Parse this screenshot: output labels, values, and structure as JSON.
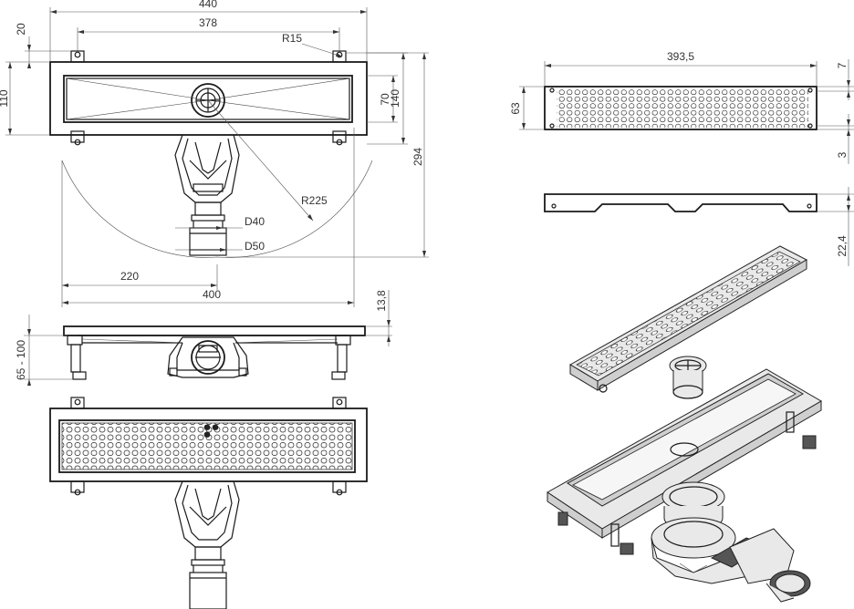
{
  "dimensions": {
    "d440": "440",
    "d378": "378",
    "d20": "20",
    "d110": "110",
    "r15": "R15",
    "d70": "70",
    "d140": "140",
    "d294": "294",
    "r225": "R225",
    "d40": "D40",
    "d50": "D50",
    "d220": "220",
    "d400": "400",
    "d13_8": "13,8",
    "d65_100": "65 - 100",
    "d393_5": "393,5",
    "d7": "7",
    "d63": "63",
    "d3": "3",
    "d22_4": "22,4"
  },
  "colors": {
    "line": "#1a1a1a",
    "dimension": "#555555",
    "text": "#333333",
    "part_fill": "#e9e9e9",
    "part_dark": "#555555"
  },
  "views": [
    "top-view-channel",
    "front-view",
    "top-view-grate",
    "grate-plan-view",
    "grate-side-view",
    "exploded-isometric-view"
  ]
}
